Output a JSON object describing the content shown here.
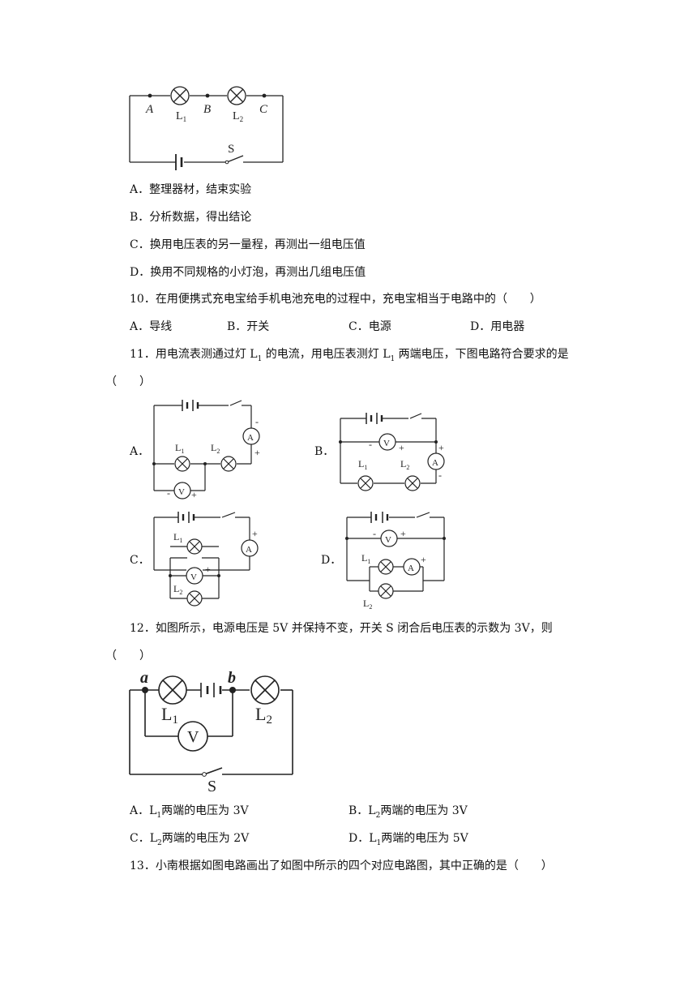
{
  "q9": {
    "circuit": {
      "A": "A",
      "B": "B",
      "C": "C",
      "L1": "L",
      "L1_sub": "1",
      "L2": "L",
      "L2_sub": "2",
      "S": "S"
    },
    "options": [
      "A．整理器材，结束实验",
      "B．分析数据，得出结论",
      "C．换用电压表的另一量程，再测出一组电压值",
      "D．换用不同规格的小灯泡，再测出几组电压值"
    ]
  },
  "q10": {
    "stem": "10．在用便携式充电宝给手机电池充电的过程中，充电宝相当于电路中的（　　）",
    "options": [
      "A．导线",
      "B．开关",
      "C．电源",
      "D．用电器"
    ]
  },
  "q11": {
    "stem_a": "11．用电流表测通过灯 L",
    "stem_sub1": "1",
    "stem_b": " 的电流，用电压表测灯 L",
    "stem_sub2": "1",
    "stem_c": " 两端电压，下图电路符合要求的是",
    "stem_paren": "（　　）",
    "labels": [
      "A．",
      "B．",
      "C．",
      "D．"
    ],
    "meter_V": "V",
    "meter_A": "A",
    "plus": "+",
    "minus": "-"
  },
  "q12": {
    "stem": "12．如图所示，电源电压是 5V 并保持不变，开关 S 闭合后电压表的示数为 3V，则",
    "stem_paren": "（　　）",
    "circuit": {
      "a": "a",
      "b": "b",
      "L1": "L",
      "L1_sub": "1",
      "L2": "L",
      "L2_sub": "2",
      "V": "V",
      "S": "S"
    },
    "options": [
      {
        "prefix": "A．L",
        "sub": "1",
        "text": "两端的电压为 3V"
      },
      {
        "prefix": "B．L",
        "sub": "2",
        "text": "两端的电压为 3V"
      },
      {
        "prefix": "C．L",
        "sub": "2",
        "text": "两端的电压为 2V"
      },
      {
        "prefix": "D．L",
        "sub": "1",
        "text": "两端的电压为 5V"
      }
    ]
  },
  "q13": {
    "stem": "13．小南根据如图电路画出了如图中所示的四个对应电路图，其中正确的是（　　）"
  }
}
